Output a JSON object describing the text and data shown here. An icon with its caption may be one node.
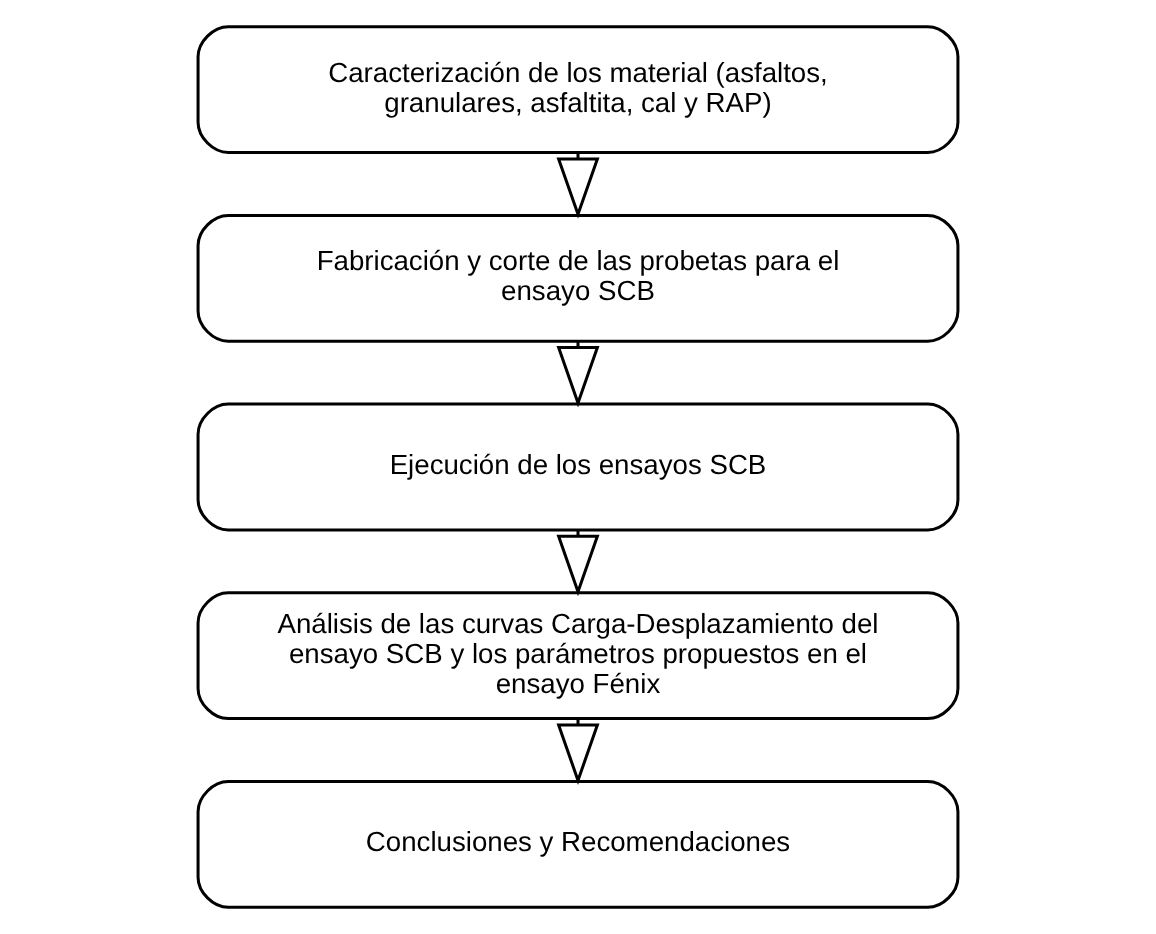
{
  "diagram": {
    "nodes": [
      {
        "text": [
          "Caracterización de los material (asfaltos, granulares, asfaltita, cal y RAP)"
        ]
      },
      {
        "text": [
          "Fabricación y corte de las probetas para el ensayo SCB"
        ]
      },
      {
        "text": [
          "Ejecución de los ensayos SCB"
        ]
      },
      {
        "text": [
          "Análisis de las curvas Carga-Desplazamiento del ensayo SCB y los parámetros propuestos en el ensayo Fénix"
        ]
      },
      {
        "text": [
          "Conclusiones y Recomendaciones"
        ]
      }
    ],
    "edges": [
      {
        "from": 0,
        "to": 1,
        "arrow": "to"
      },
      {
        "from": 1,
        "to": 2,
        "arrow": "to"
      },
      {
        "from": 2,
        "to": 3,
        "arrow": "to"
      },
      {
        "from": 3,
        "to": 4,
        "arrow": "to"
      }
    ]
  }
}
